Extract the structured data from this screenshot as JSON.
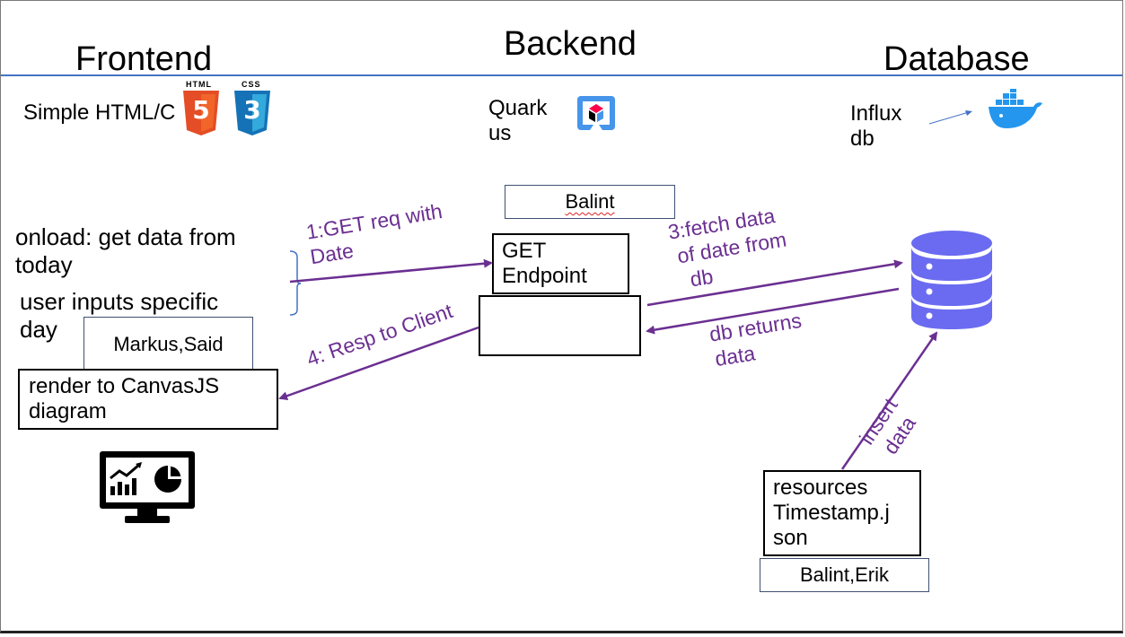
{
  "columns": {
    "frontend": "Frontend",
    "backend": "Backend",
    "database": "Database"
  },
  "tech": {
    "frontend_label": "Simple HTML/C",
    "html_badge": "HTML",
    "css_badge": "CSS",
    "html_number": "5",
    "css_number": "3",
    "backend_label_line1": "Quark",
    "backend_label_line2": "us",
    "database_label_line1": "Influx",
    "database_label_line2": "db"
  },
  "frontend": {
    "onload_line1": "onload: get data from",
    "onload_line2": "today",
    "user_line1": "user inputs specific",
    "user_line2": "day",
    "owners": "Markus,Said",
    "render_line1": "render to CanvasJS",
    "render_line2": "diagram"
  },
  "backend": {
    "owner": "Balint",
    "endpoint_line1": "GET",
    "endpoint_line2": "Endpoint"
  },
  "database": {
    "resource_line1": "resources",
    "resource_line2": "Timestamp.j",
    "resource_line3": "son",
    "resource_owners": "Balint,Erik"
  },
  "arrows": {
    "step1_line1": "1:GET req with",
    "step1_line2": "Date",
    "step3_line1": "3:fetch data",
    "step3_line2": "of date from",
    "step3_line3": "db",
    "db_returns_line1": "db returns",
    "db_returns_line2": "data",
    "step4": "4: Resp to Client",
    "insert_line1": "insert",
    "insert_line2": "data"
  },
  "colors": {
    "arrow": "#6b2f91",
    "divider": "#4472c4",
    "db_icon": "#6a6bf0",
    "html5": "#e44d26",
    "css3": "#1572b6",
    "docker": "#2496ed",
    "quarkus_blue": "#4695eb",
    "quarkus_red": "#ff004a"
  },
  "icons": {
    "html": "html5-logo",
    "css": "css3-logo",
    "quarkus": "quarkus-logo",
    "docker": "docker-logo",
    "database": "database-icon",
    "monitor": "analytics-monitor-icon"
  }
}
